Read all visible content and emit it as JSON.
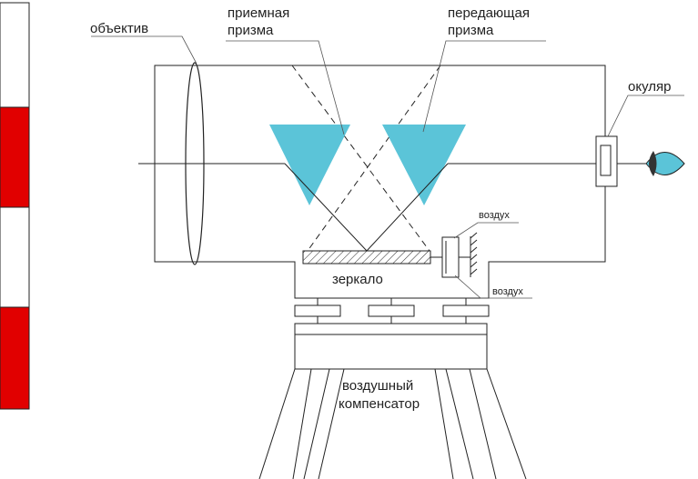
{
  "labels": {
    "objective": "объектив",
    "receiving_prism_line1": "приемная",
    "receiving_prism_line2": "призма",
    "transmitting_prism_line1": "передающая",
    "transmitting_prism_line2": "призма",
    "eyepiece": "окуляр",
    "air_top": "воздух",
    "air_bottom": "воздух",
    "mirror": "зеркало",
    "compensator_line1": "воздушный",
    "compensator_line2": "компенсатор"
  },
  "colors": {
    "prism": "#5bc4d8",
    "staff_red": "#e10000",
    "eye": "#5bc4d8",
    "line": "#222222"
  },
  "leveling_staff": {
    "segments": [
      "white",
      "red",
      "white",
      "red"
    ]
  }
}
